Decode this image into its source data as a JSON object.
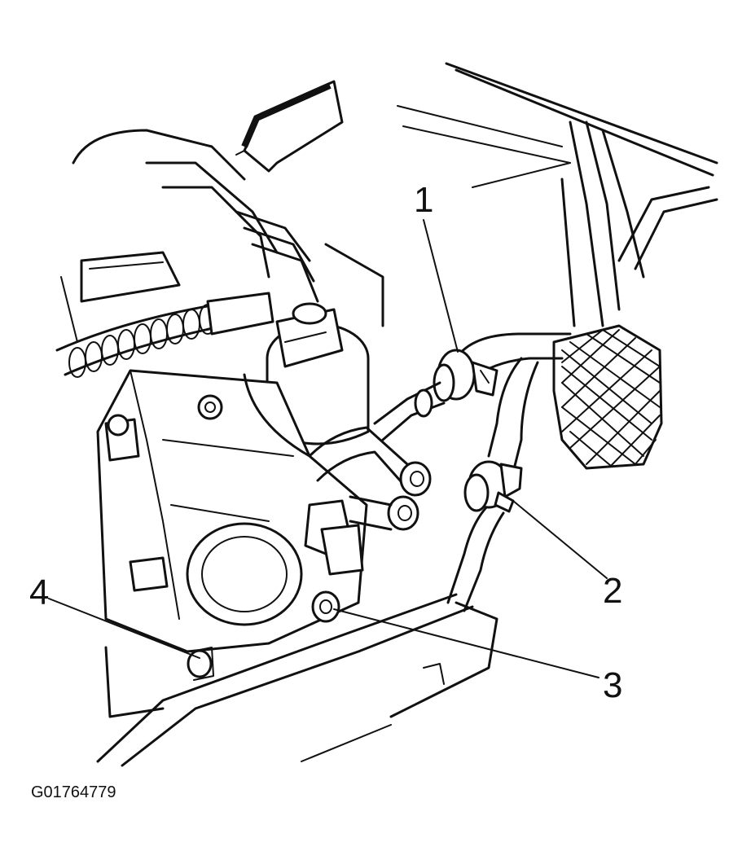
{
  "figure": {
    "id": "G01764779"
  },
  "callouts": [
    {
      "number": "1"
    },
    {
      "number": "2"
    },
    {
      "number": "3"
    },
    {
      "number": "4"
    }
  ],
  "icons": {
    "direction_arrow": "front-direction-arrow-icon"
  }
}
